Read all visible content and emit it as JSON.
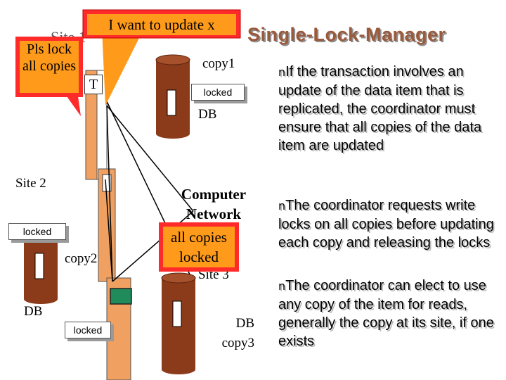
{
  "title": "Single-Lock-Manager",
  "callouts": {
    "update": "I want to update x",
    "pls_lock": "Pls lock all copies",
    "all_locked": "all copies locked"
  },
  "sites": {
    "site1": "Site 1",
    "site2": "Site 2",
    "site3": "Site 3"
  },
  "network": "Computer Network",
  "transaction": "T",
  "locked_label": "locked",
  "db_labels": {
    "db1": "DB",
    "db2": "DB",
    "copy1": "copy1",
    "copy2": "copy2",
    "copy3": "DB copy3"
  },
  "bullets": [
    "If the transaction involves an update of the data item that is replicated, the coordinator must ensure that all copies of the data item are updated",
    "The coordinator requests write locks on all copies before updating each copy and releasing the locks",
    "The coordinator can elect to use any copy of the item for reads, generally the copy at its site, if one exists"
  ],
  "colors": {
    "callout_red": "#ff2a2a",
    "callout_orange": "#ff9a1a",
    "cylinder": "#8b3a1a",
    "column": "#f0a060",
    "green_box": "#1f8a5a",
    "title_brown": "#9a5a3c"
  }
}
